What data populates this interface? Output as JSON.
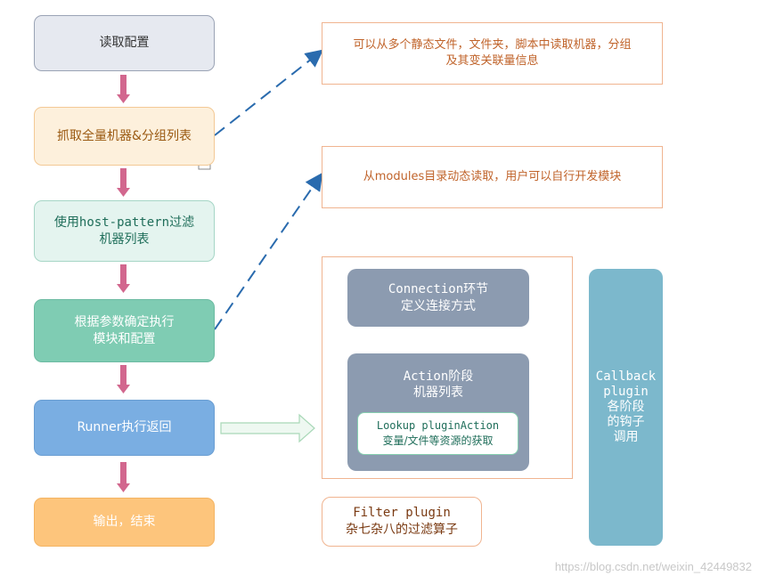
{
  "flow": {
    "step1": "读取配置",
    "step2": "抓取全量机器&分组列表",
    "step3_line1": "使用host-pattern过滤",
    "step3_line2": "机器列表",
    "step4_line1": "根据参数确定执行",
    "step4_line2": "模块和配置",
    "step5": "Runner执行返回",
    "step6": "输出，结束"
  },
  "notes": {
    "note1_line1": "可以从多个静态文件，文件夹，脚本中读取机器，分组",
    "note1_line2": "及其变关联量信息",
    "note2": "从modules目录动态读取，用户可以自行开发模块"
  },
  "runner": {
    "connection_line1": "Connection环节",
    "connection_line2": "定义连接方式",
    "action_line1": "Action阶段",
    "action_line2": "机器列表",
    "lookup_line1": "Lookup pluginAction",
    "lookup_line2": "变量/文件等资源的获取"
  },
  "filter": {
    "line1": "Filter plugin",
    "line2": "杂七杂八的过滤算子"
  },
  "callback": {
    "line1": "Callback",
    "line2": "plugin",
    "line3": "各阶段",
    "line4": "的钩子",
    "line5": "调用"
  },
  "watermark": "https://blog.csdn.net/weixin_42449832",
  "colors": {
    "step1": "#e6e9f0",
    "step2": "#fdf0dc",
    "step3": "#e4f4ef",
    "step4": "#7fccb3",
    "step5": "#7aaee2",
    "step6": "#fdc57c",
    "arrow_pink": "#d2678e",
    "dash_blue": "#2a6bae",
    "runner_panel": "#8c9bb0",
    "callback": "#7cb8cc"
  }
}
